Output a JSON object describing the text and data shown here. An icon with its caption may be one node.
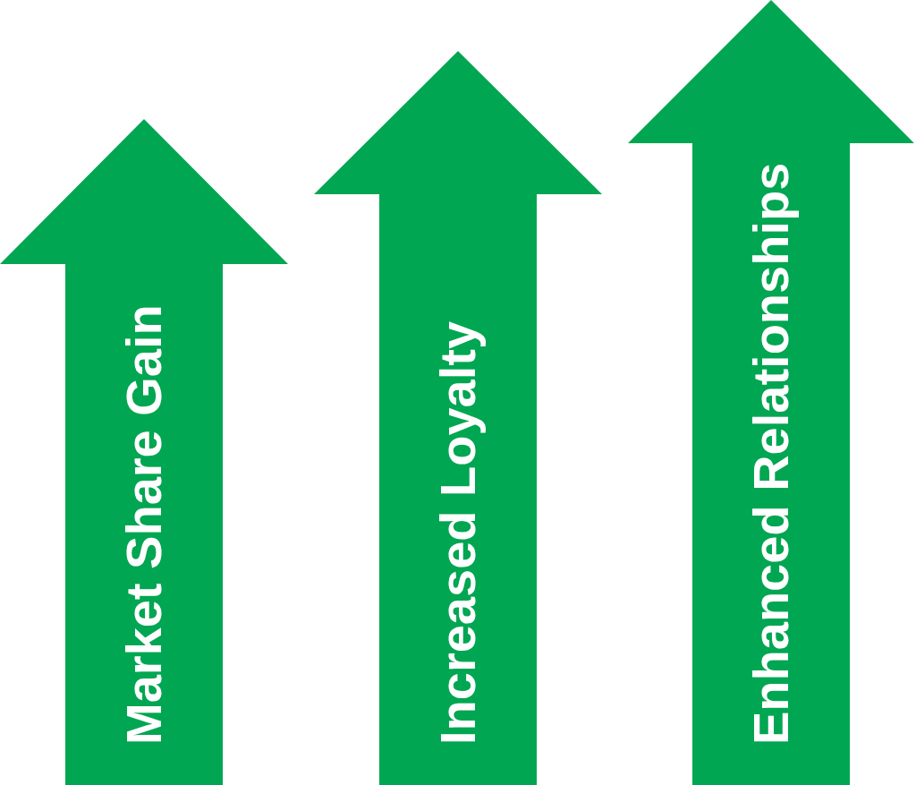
{
  "diagram": {
    "nodes": [
      {
        "text": [
          "Market Share Gain"
        ]
      },
      {
        "text": [
          "Increased Loyalty"
        ]
      },
      {
        "text": [
          "Enhanced Relationships"
        ]
      }
    ]
  }
}
